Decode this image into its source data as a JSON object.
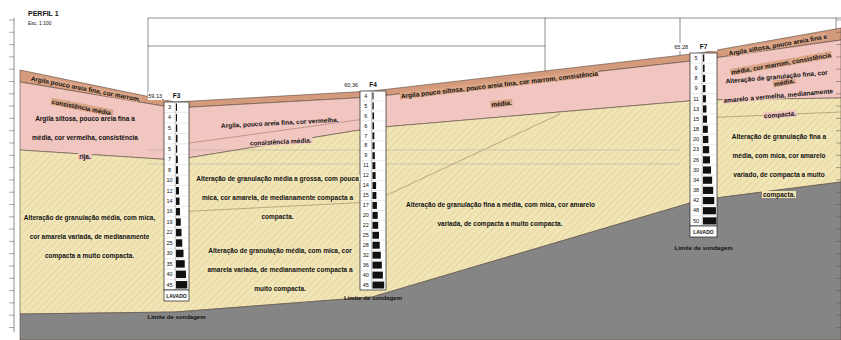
{
  "diagram": {
    "title": "PERFIL 1",
    "nodes": [
      {
        "text": [
          "Argila pouco areia fina, cor marrom, consistência média."
        ]
      },
      {
        "text": [
          "Argila pouco siltosa, pouco areia fina, cor marrom, consistência média."
        ]
      },
      {
        "text": [
          "Argila siltosa, pouco areia fina e média, cor marrom, consistência média."
        ]
      },
      {
        "text": [
          "Argila siltosa, pouco areia fina a média, cor vermelha, consistência rija."
        ]
      },
      {
        "text": [
          "Argila, pouco areia fina, cor vermelha, consistência média."
        ]
      },
      {
        "text": [
          "Alteração de granulação fina, cor amarelo a vermelha, medianamente compacta."
        ]
      },
      {
        "text": [
          "Alteração de granulação média a grossa, com pouca mica, cor amarela, de medianamente compacta a compacta."
        ]
      },
      {
        "text": [
          "Alteração de granulação fina a média, com mica, cor amarelo variado, de compacta a muito compacta."
        ]
      },
      {
        "text": [
          "Alteração de granulação média, com mica, cor amarela variada, de medianamente compacta a muito compacta."
        ]
      },
      {
        "text": [
          "Alteração de granulação média, com mica, cor amarela variada, de medianamente compacta a muito compacta."
        ]
      },
      {
        "text": [
          "Alteração de granulação fina a média, com mica, cor amarelo variada, de compacta a muito compacta."
        ]
      },
      {
        "text": [
          "F3",
          "59,13"
        ]
      },
      {
        "text": [
          "F4",
          "60,36"
        ]
      },
      {
        "text": [
          "F7",
          "65,28"
        ]
      }
    ],
    "labels": [
      "Esc. 1:100",
      "3",
      "4",
      "5",
      "6",
      "5",
      "7",
      "8",
      "10",
      "12",
      "14",
      "16",
      "19",
      "22",
      "25",
      "30",
      "35",
      "40",
      "45",
      "LAVADO",
      "Limite de sondagem",
      "4",
      "5",
      "6",
      "6",
      "7",
      "8",
      "9",
      "11",
      "12",
      "14",
      "15",
      "17",
      "20",
      "22",
      "25",
      "28",
      "32",
      "36",
      "40",
      "45",
      "Limite de sondagem",
      "5",
      "6",
      "8",
      "9",
      "11",
      "13",
      "15",
      "18",
      "20",
      "23",
      "26",
      "30",
      "34",
      "38",
      "42",
      "48",
      "50",
      "LAVADO",
      "Limite de sondagem"
    ]
  }
}
